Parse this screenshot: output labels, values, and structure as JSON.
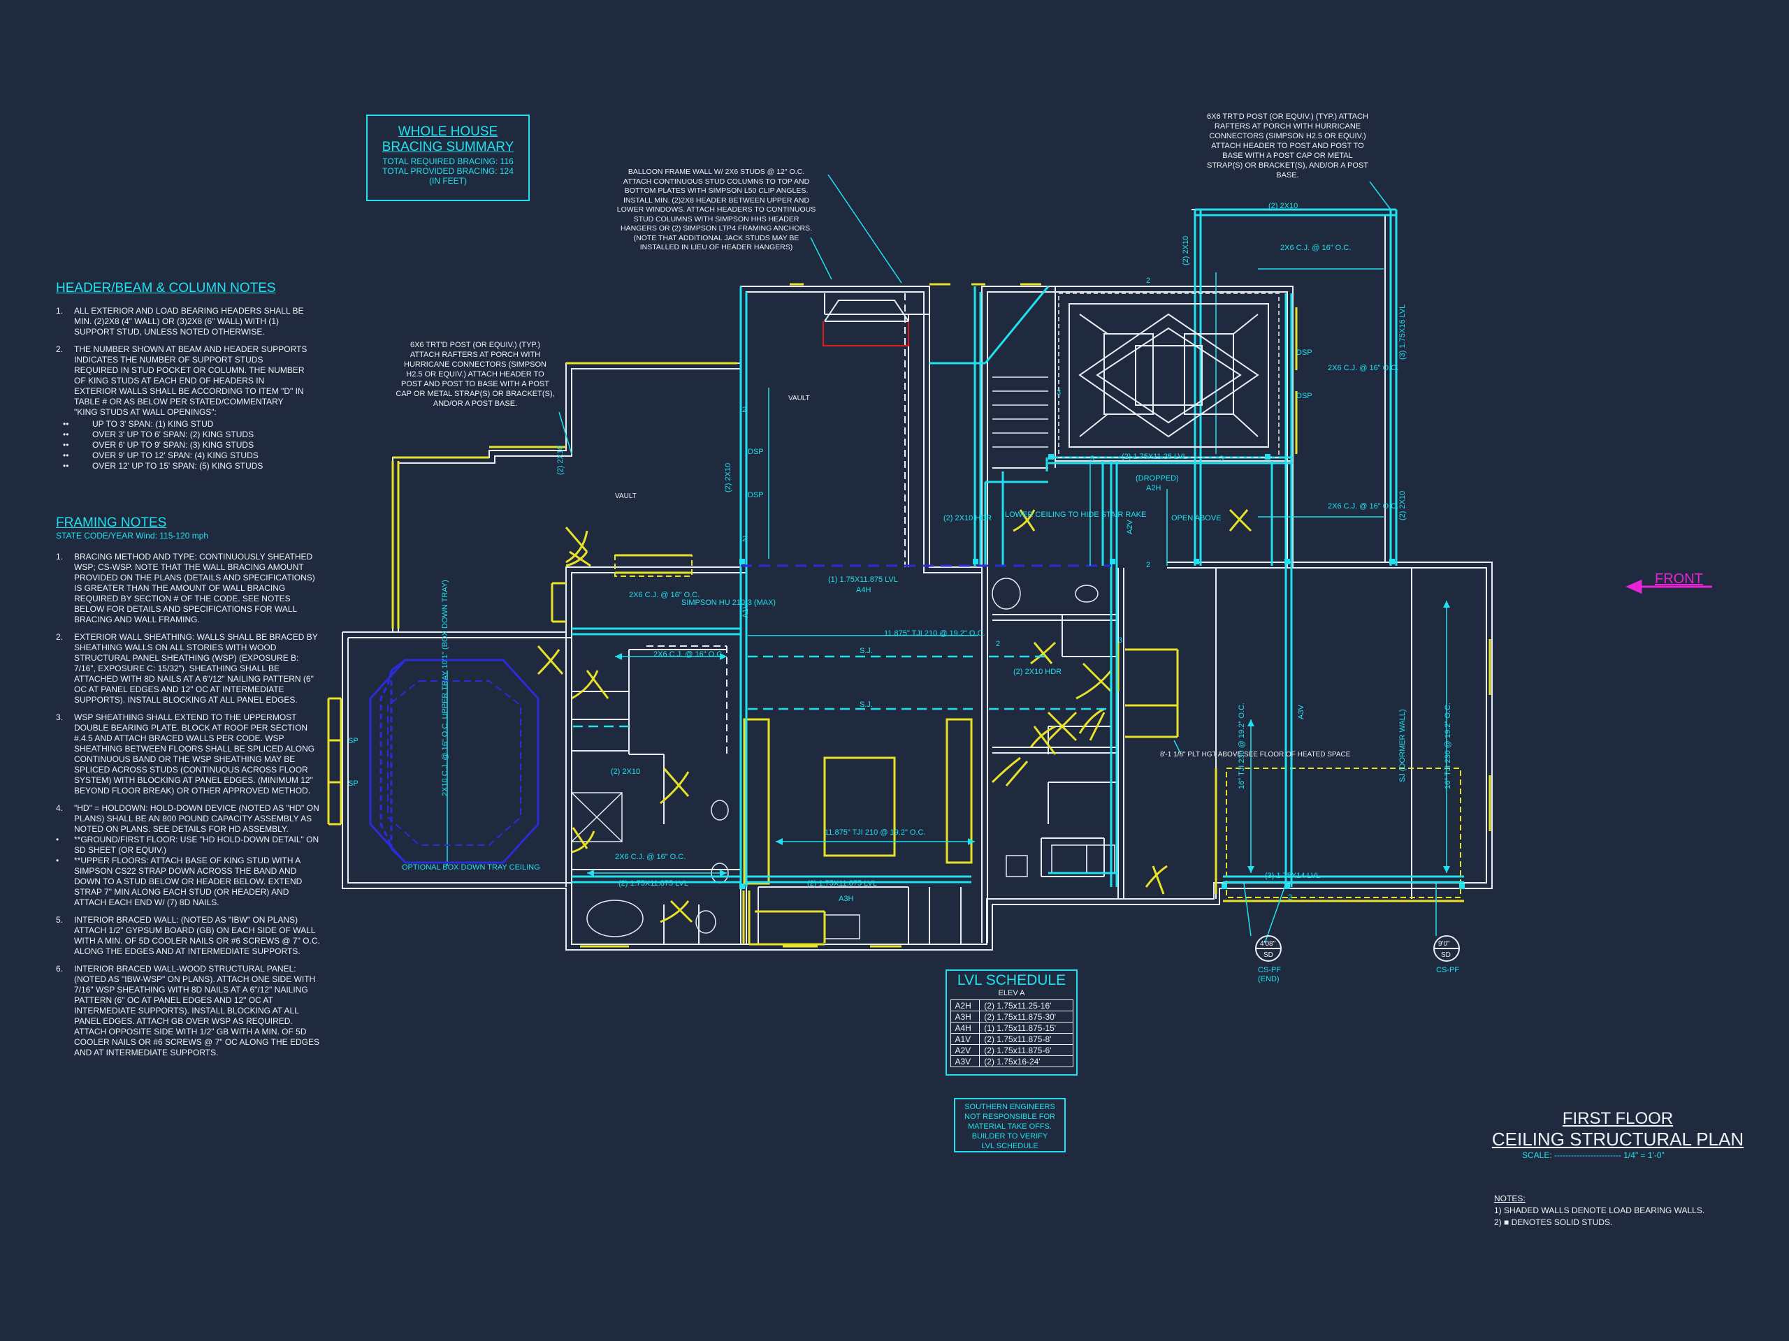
{
  "bracing": {
    "title1": "WHOLE HOUSE",
    "title2": "BRACING SUMMARY",
    "line1": "TOTAL REQUIRED BRACING: 116",
    "line2": "TOTAL PROVIDED BRACING: 124",
    "line3": "(IN FEET)"
  },
  "header_notes": {
    "title": "HEADER/BEAM & COLUMN NOTES",
    "item1_num": "1.",
    "item1": "ALL EXTERIOR AND LOAD BEARING HEADERS SHALL BE MIN. (2)2x8 (4\" WALL) OR (3)2x8 (6\" WALL) WITH (1) SUPPORT STUD, UNLESS NOTED OTHERWISE.",
    "item2_num": "2.",
    "item2": "THE NUMBER SHOWN AT BEAM AND HEADER SUPPORTS INDICATES THE NUMBER OF SUPPORT STUDS REQUIRED IN STUD POCKET OR COLUMN. THE NUMBER OF KING STUDS AT EACH END OF HEADERS IN EXTERIOR WALLS SHALL BE ACCORDING TO ITEM \"d\" IN TABLE # OR AS BELOW PER STATED/COMMENTARY \"KING STUDS AT WALL OPENINGS\":",
    "spans": [
      "UP TO 3' SPAN: (1) KING STUD",
      "OVER 3' UP TO 6' SPAN: (2) KING STUDS",
      "OVER 6' UP TO 9' SPAN: (3) KING STUDS",
      "OVER 9' UP TO 12' SPAN: (4) KING STUDS",
      "OVER 12' UP TO 15' SPAN: (5) KING STUDS"
    ],
    "bullet": "••"
  },
  "framing_notes": {
    "title": "FRAMING NOTES",
    "subtitle": "STATE CODE/YEAR Wind: 115-120 mph",
    "items": [
      {
        "num": "1.",
        "text": "BRACING METHOD AND TYPE: CONTINUOUSLY SHEATHED WSP; CS-WSP. NOTE THAT THE WALL BRACING AMOUNT PROVIDED ON THE PLANS (DETAILS AND SPECIFICATIONS) IS GREATER THAN THE AMOUNT OF WALL BRACING REQUIRED BY SECTION # OF THE CODE. SEE NOTES BELOW FOR DETAILS AND SPECIFICATIONS FOR WALL BRACING AND WALL FRAMING."
      },
      {
        "num": "2.",
        "text": "EXTERIOR WALL SHEATHING: WALLS SHALL BE BRACED BY SHEATHING WALLS ON ALL STORIES WITH WOOD STRUCTURAL PANEL SHEATHING (WSP) (EXPOSURE B: 7/16\", EXPOSURE C: 15/32\"). SHEATHING SHALL BE ATTACHED WITH 8d NAILS AT A 6\"/12\" NAILING PATTERN (6\" OC AT PANEL EDGES AND 12\" OC AT INTERMEDIATE SUPPORTS). INSTALL BLOCKING AT ALL PANEL EDGES."
      },
      {
        "num": "3.",
        "text": "WSP SHEATHING SHALL EXTEND TO THE UPPERMOST DOUBLE BEARING PLATE. BLOCK AT ROOF PER SECTION #.4.5 AND ATTACH BRACED WALLS PER CODE. WSP SHEATHING BETWEEN FLOORS SHALL BE SPLICED ALONG CONTINUOUS BAND OR THE WSP SHEATHING MAY BE SPLICED ACROSS STUDS (CONTINUOUS ACROSS FLOOR SYSTEM) WITH BLOCKING AT PANEL EDGES. (MINIMUM 12\" BEYOND FLOOR BREAK) OR OTHER APPROVED METHOD."
      },
      {
        "num": "4.",
        "text": "\"HD\" = HOLDOWN: HOLD-DOWN DEVICE (NOTED AS \"HD\" ON PLANS) SHALL BE AN 800 POUND CAPACITY ASSEMBLY AS NOTED ON PLANS. SEE DETAILS FOR HD ASSEMBLY."
      },
      {
        "num": "•",
        "text": "**GROUND/FIRST FLOOR: USE \"HD HOLD-DOWN DETAIL\" ON SD SHEET (OR EQUIV.)"
      },
      {
        "num": "•",
        "text": "**UPPER FLOORS: ATTACH BASE OF KING STUD WITH A SIMPSON CS22 STRAP DOWN ACROSS THE BAND AND DOWN TO A STUD BELOW OR HEADER BELOW. EXTEND STRAP 7\" MIN ALONG EACH STUD (OR HEADER) AND ATTACH EACH END W/ (7) 8d NAILS."
      },
      {
        "num": "5.",
        "text": "INTERIOR BRACED WALL: (NOTED AS \"IBW\" ON PLANS) ATTACH 1/2\" GYPSUM BOARD (GB) ON EACH SIDE OF WALL WITH A MIN. OF 5d COOLER NAILS OR #6 SCREWS @ 7\" O.C. ALONG THE EDGES AND AT INTERMEDIATE SUPPORTS."
      },
      {
        "num": "6.",
        "text": "INTERIOR BRACED WALL-WOOD STRUCTURAL PANEL: (NOTED AS \"IBW-WSP\" ON PLANS). ATTACH ONE SIDE WITH 7/16\" WSP SHEATHING WITH 8d NAILS AT A 6\"/12\" NAILING PATTERN (6\" OC AT PANEL EDGES AND 12\" OC AT INTERMEDIATE SUPPORTS). INSTALL BLOCKING AT ALL PANEL EDGES. ATTACH GB OVER WSP AS REQUIRED. ATTACH OPPOSITE SIDE WITH 1/2\" GB WITH A MIN. OF 5d COOLER NAILS OR #6 SCREWS @ 7\" OC ALONG THE EDGES AND AT INTERMEDIATE SUPPORTS."
      }
    ]
  },
  "callouts": {
    "balloon": "BALLOON FRAME WALL w/ 2x6 STUDS @ 12\" O.C. ATTACH CONTINUOUS STUD COLUMNS TO TOP AND BOTTOM PLATES WITH SIMPSON L50 CLIP ANGLES. INSTALL MIN. (2)2x8 HEADER BETWEEN UPPER AND LOWER WINDOWS. ATTACH HEADERS TO CONTINUOUS STUD COLUMNS WITH SIMPSON HHS HEADER HANGERS OR (2) SIMPSON LTP4 FRAMING ANCHORS. (NOTE THAT ADDITIONAL JACK STUDS MAY BE INSTALLED IN LIEU OF HEADER HANGERS)",
    "post_left": "6x6 TRT'D POST (OR EQUIV.) (TYP.) ATTACH RAFTERS AT PORCH WITH HURRICANE CONNECTORS (SIMPSON H2.5 OR EQUIV.) ATTACH HEADER TO POST AND POST TO BASE WITH A POST CAP OR METAL STRAP(S) OR BRACKET(S), AND/OR A POST BASE.",
    "post_right": "6x6 TRT'D POST (OR EQUIV.) (TYP.) ATTACH RAFTERS AT PORCH WITH HURRICANE CONNECTORS (SIMPSON H2.5 OR EQUIV.) ATTACH HEADER TO POST AND POST TO BASE WITH A POST CAP OR METAL STRAP(S) OR BRACKET(S), AND/OR A POST BASE."
  },
  "plan_labels": {
    "vault1": "VAULT",
    "vault2": "VAULT",
    "dsp": "DSP",
    "h_2x10": "(2) 2x10",
    "h_2x10_hdr": "(2) 2x10 HDR",
    "cj16": "2x6 C.J. @ 16\" O.C.",
    "cj_main": "2x6 C.J. @ 16\" O.C.",
    "simpson": "SIMPSON HU 210-3 (MAX)",
    "lvl_a4h": "(1) 1.75x11.875 LVL",
    "tag_a4h": "A4H",
    "tag_a3h": "A3H",
    "tag_a2h": "A2H",
    "tag_a1v": "A1V",
    "tag_a2v": "A2V",
    "tag_a3v": "A3V",
    "tji": "11.875\" TJI 210 @ 19.2\" O.C.",
    "sj": "S.J.",
    "lvl_bottom": "(2) 1.75x11.875 LVL",
    "lvl_top_right": "(2) 1.75x11.25 LVL",
    "dropped": "(DROPPED)",
    "open_above": "OPEN ABOVE",
    "lower_ceiling": "LOWER CEILING TO HIDE STAIR RAKE",
    "lvl_right_bottom": "(3) 1.75x14 LVL",
    "tji_right": "16\" TJI 230 @ 19.2\" O.C.",
    "sj_dormer": "SJ (DORMER WALL)",
    "floor_note": "8'-1 1/8\" PLT HGT ABOVE SEE FLOOR OF HEATED SPACE",
    "tray": "2x10 C.J. @ 16\" O.C. UPPER TRAY 10'1\" (BOX DOWN TRAY)",
    "tray_note": "OPTIONAL BOX DOWN TRAY CEILING",
    "sp": "SP",
    "porch_top": "(2) 2x10",
    "porch_cj": "2x6 C.J. @ 16\" O.C.",
    "lvl_porch": "(3) 1.75x16 LVL",
    "tag_4_08": "4'08\"",
    "tag_sd": "SD",
    "cs_pf": "CS-PF",
    "cs_pf_end": "(END)",
    "tag_9_0": "9'0\"",
    "stud2": "2",
    "stud3": "3",
    "front": "FRONT"
  },
  "lvl_schedule": {
    "title": "LVL SCHEDULE",
    "subtitle": "ELEV A",
    "rows": [
      [
        "A2H",
        "(2) 1.75x11.25-16'"
      ],
      [
        "A3H",
        "(2) 1.75x11.875-30'"
      ],
      [
        "A4H",
        "(1) 1.75x11.875-15'"
      ],
      [
        "A1V",
        "(2) 1.75x11.875-8'"
      ],
      [
        "A2V",
        "(2) 1.75x11.875-6'"
      ],
      [
        "A3V",
        "(2) 1.75x16-24'"
      ]
    ]
  },
  "engineers_note": {
    "l1": "SOUTHERN ENGINEERS",
    "l2": "NOT RESPONSIBLE FOR",
    "l3": "MATERIAL TAKE OFFS.",
    "l4": "BUILDER TO VERIFY",
    "l5": "LVL SCHEDULE"
  },
  "title_block": {
    "line1": "FIRST FLOOR",
    "line2": "CEILING STRUCTURAL PLAN",
    "scale": "SCALE: ------------------------ 1/4\" = 1'-0\""
  },
  "notes": {
    "title": "NOTES:",
    "n1": "1) SHADED WALLS DENOTE LOAD BEARING WALLS.",
    "n2": "2) ■ DENOTES SOLID STUDS."
  },
  "colors": {
    "background": "#1f2a3e",
    "wall": "#e9ecf4",
    "structural": "#22e0ee",
    "bearing": "#e8e12a",
    "tray": "#2b2bd8",
    "fireplace": "#e01d1d",
    "front_arrow": "#e724d6"
  }
}
